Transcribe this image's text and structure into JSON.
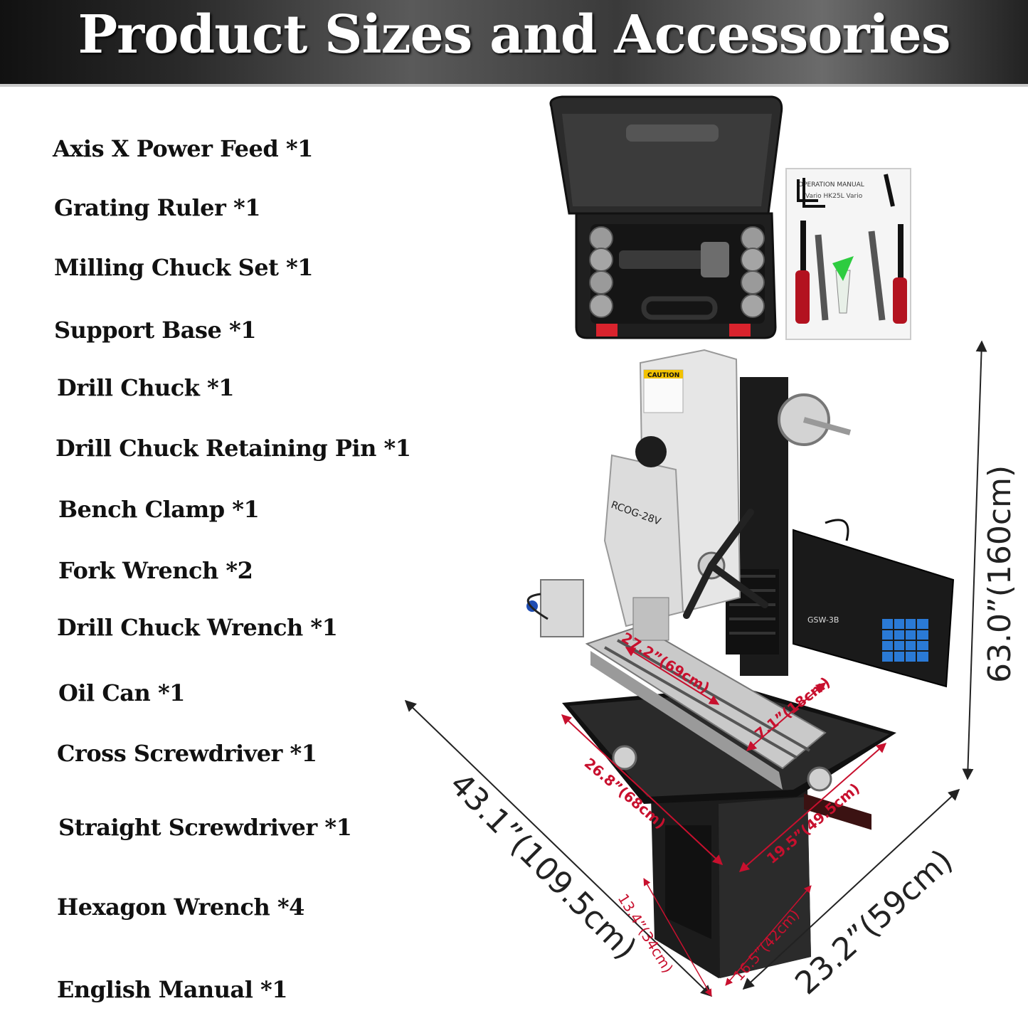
{
  "banner": {
    "title": "Product Sizes and Accessories"
  },
  "accessories": [
    "Axis X Power Feed *1",
    "Grating Ruler *1",
    "Milling Chuck Set *1",
    "Support Base *1",
    "Drill Chuck *1",
    "Drill Chuck Retaining Pin *1",
    "Bench Clamp *1",
    "Fork Wrench *2",
    "Drill Chuck Wrench *1",
    "Oil Can *1",
    "Cross Screwdriver *1",
    "Straight Screwdriver *1",
    "Hexagon Wrench *4",
    "English Manual *1"
  ],
  "machine": {
    "model_label": "RCOG-28V",
    "caution_label": "CAUTION",
    "readout_label": "GSW-3B"
  },
  "manual_card": {
    "heading": "OPERATION MANUAL",
    "subheading": "Vario HK25L Vario"
  },
  "dimensions": {
    "height": "63.0”(160cm)",
    "length": "43.1”(109.5cm)",
    "depth": "23.2”(59cm)",
    "table_length": "27.2”(69cm)",
    "table_width": "7.1”(18cm)",
    "tray_length": "26.8”(68cm)",
    "tray_width": "19.5”(49.5cm)",
    "base_width": "13.4”(34cm)",
    "base_depth": "16.5”(42cm)"
  },
  "colors": {
    "dimension_red": "#c8102e",
    "machine_body": "#e6e6e6",
    "machine_dark": "#1c1c1c"
  }
}
